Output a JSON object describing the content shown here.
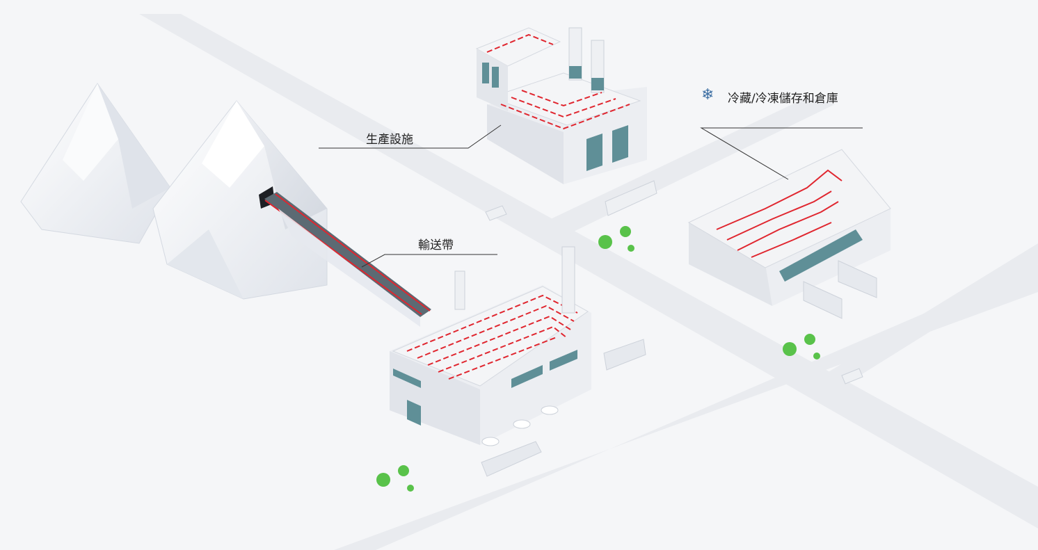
{
  "labels": {
    "production_facility": "生產設施",
    "conveyor_belt": "輸送帶",
    "cold_storage": "冷藏/冷凍儲存和倉庫"
  },
  "icons": {
    "cold_storage_icon": "snowflake-icon"
  },
  "colors": {
    "background": "#f5f6f8",
    "heating_line": "#e0262f",
    "building_wall": "#eceef2",
    "roof": "#f4f5f7",
    "window": "#5f8f97",
    "tree": "#59c24a",
    "leader_line": "#333333"
  }
}
